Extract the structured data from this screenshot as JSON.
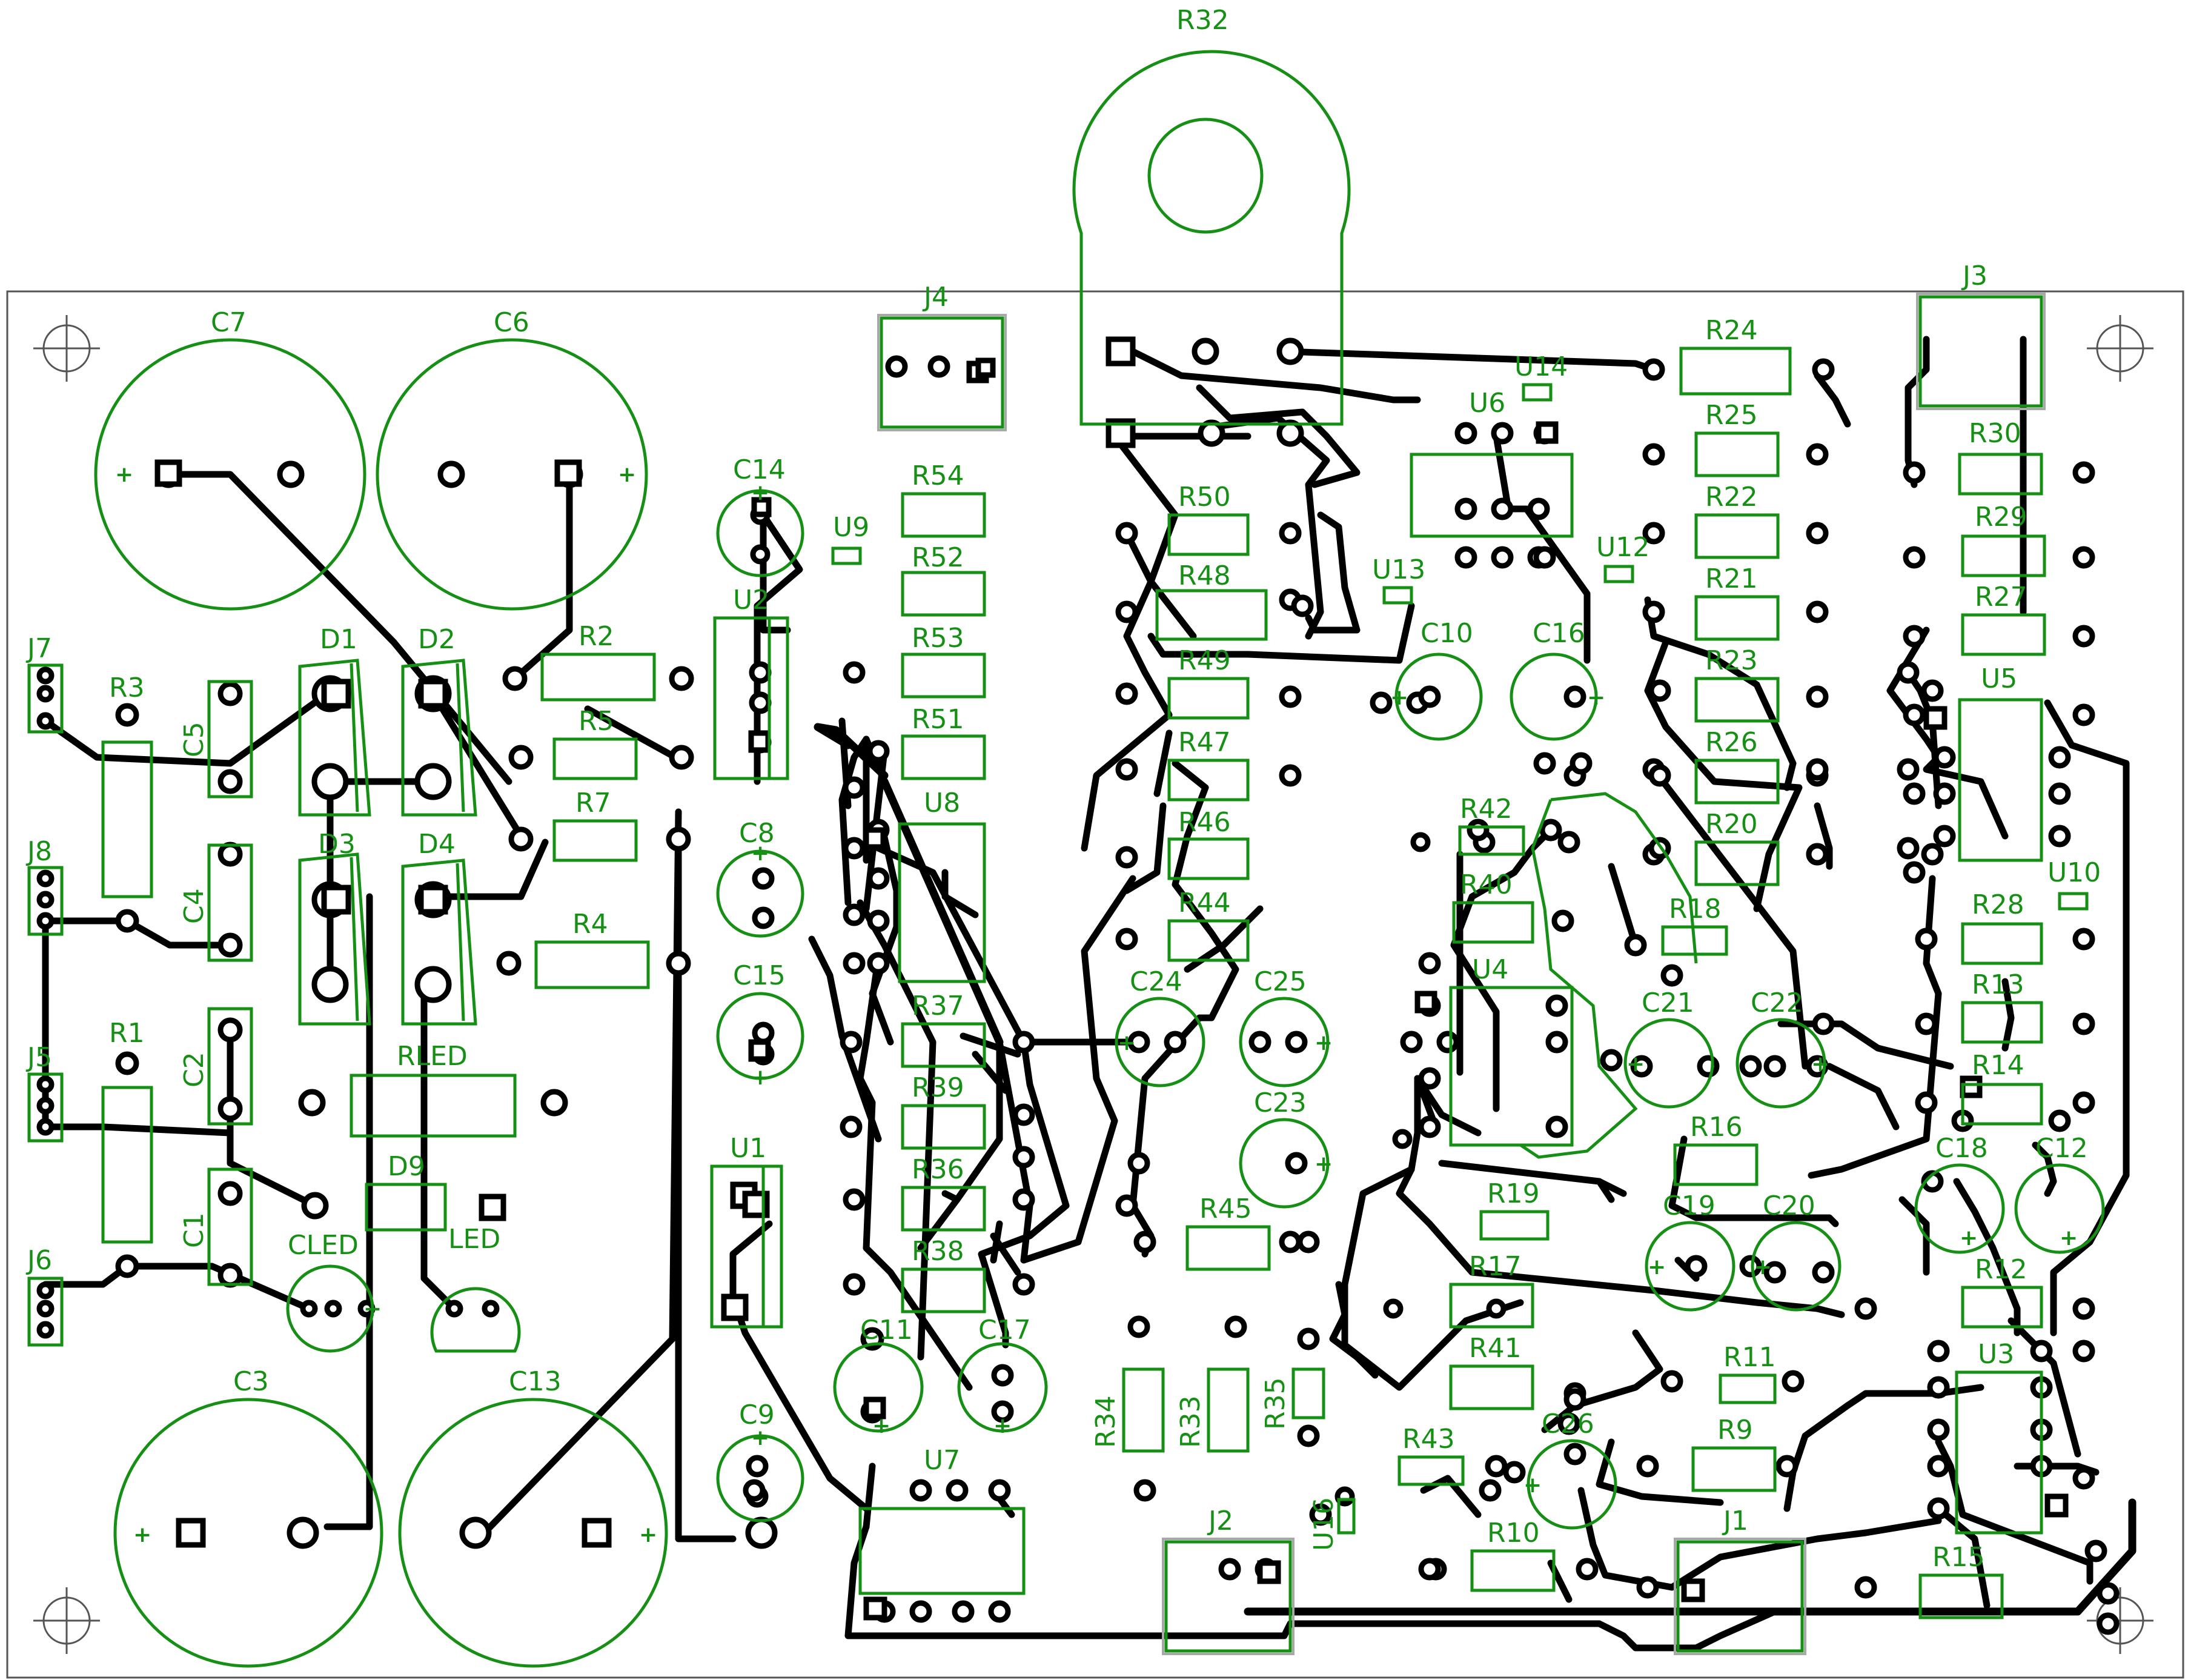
{
  "colors": {
    "silkscreen": "#159015",
    "copper_track": "#000000",
    "board_edge": "#555555",
    "background": "#ffffff"
  },
  "labels": {
    "R32": "R32",
    "C7": "C7",
    "C6": "C6",
    "J4": "J4",
    "J3": "J3",
    "C14": "C14",
    "U9": "U9",
    "U2": "U2",
    "R54": "R54",
    "R52": "R52",
    "R53": "R53",
    "R51": "R51",
    "R50": "R50",
    "R48": "R48",
    "R49": "R49",
    "R47": "R47",
    "R46": "R46",
    "R44": "R44",
    "U14": "U14",
    "U6": "U6",
    "U13": "U13",
    "U12": "U12",
    "R24": "R24",
    "R25": "R25",
    "R22": "R22",
    "R21": "R21",
    "R23": "R23",
    "R26": "R26",
    "R20": "R20",
    "R30": "R30",
    "R29": "R29",
    "R27": "R27",
    "U5": "U5",
    "C10": "C10",
    "C16": "C16",
    "J7": "J7",
    "R3": "R3",
    "C5": "C5",
    "D1": "D1",
    "D2": "D2",
    "R2": "R2",
    "R5": "R5",
    "R7": "R7",
    "J8": "J8",
    "C4": "C4",
    "D3": "D3",
    "D4": "D4",
    "R4": "R4",
    "C8": "C8",
    "U8": "U8",
    "R42": "R42",
    "R40": "R40",
    "R18": "R18",
    "U10": "U10",
    "R28": "R28",
    "J5": "J5",
    "R1": "R1",
    "C2": "C2",
    "RLED": "RLED",
    "C15": "C15",
    "R37": "R37",
    "C24": "C24",
    "C25": "C25",
    "U4": "U4",
    "C21": "C21",
    "C22": "C22",
    "R13": "R13",
    "R14": "R14",
    "R39": "R39",
    "C23": "C23",
    "R16": "R16",
    "R36": "R36",
    "D9": "D9",
    "U1": "U1",
    "C1": "C1",
    "CLED": "CLED",
    "LED": "LED",
    "R45": "R45",
    "R19": "R19",
    "C18": "C18",
    "C12": "C12",
    "J6": "J6",
    "R38": "R38",
    "C19": "C19",
    "C20": "C20",
    "R17": "R17",
    "R12": "R12",
    "C11": "C11",
    "C17": "C17",
    "R41": "R41",
    "R11": "R11",
    "U3": "U3",
    "C3": "C3",
    "C13": "C13",
    "C9": "C9",
    "R34": "R34",
    "R33": "R33",
    "R35": "R35",
    "R43": "R43",
    "C26": "C26",
    "R9": "R9",
    "U7": "U7",
    "U16": "U16",
    "J2": "J2",
    "J1": "J1",
    "R10": "R10",
    "R15": "R15"
  }
}
